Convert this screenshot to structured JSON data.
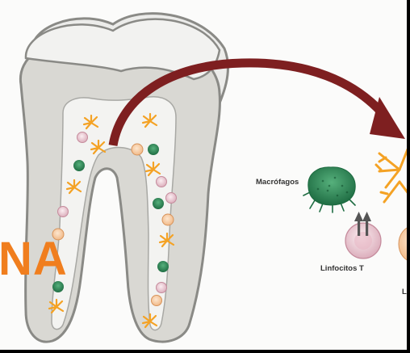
{
  "labels": {
    "macrophages": "Macrófagos",
    "t_lymphocytes": "Linfocitos T",
    "cut_label": "Li"
  },
  "overlay_text": "NA",
  "icons": [
    "tooth-illustration",
    "curved-arrow-icon",
    "macrophage-icon",
    "t-cell-icon",
    "dendritic-cell-icon",
    "b-cell-icon"
  ],
  "colors": {
    "arrow": "#7e1f20",
    "overlay_text": "#f07e1e",
    "macrophage": "#2f8a58",
    "dendritic": "#f4a224",
    "t_cell": "#eac8d2"
  }
}
